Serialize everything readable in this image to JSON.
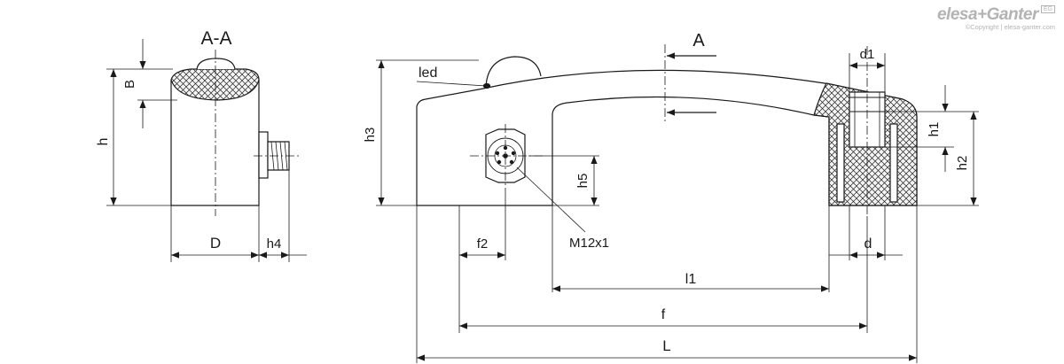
{
  "brand": {
    "name": "elesa+Ganter",
    "badge": "EG",
    "copyright": "©Copyright | elesa-ganter.com"
  },
  "section": {
    "title": "A-A",
    "view_arrow": "A"
  },
  "labels": {
    "led": "led",
    "thread": "M12x1",
    "D": "D",
    "h": "h",
    "B": "B",
    "h4": "h4",
    "h3": "h3",
    "h5": "h5",
    "f2": "f2",
    "l1": "l1",
    "f": "f",
    "L": "L",
    "d": "d",
    "d1": "d1",
    "h1": "h1",
    "h2": "h2"
  },
  "colors": {
    "line": "#1a1a1a",
    "hatch_fill": "#f2f2f2",
    "brand": "#b3b3b3"
  }
}
